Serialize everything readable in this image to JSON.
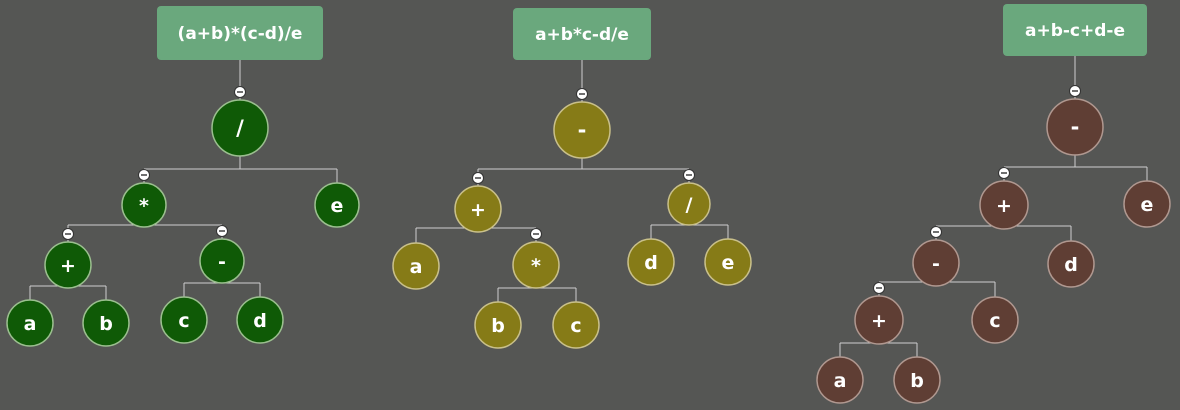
{
  "colors": {
    "background": "#555654",
    "line": "#cfcfcf",
    "title_box": "#6aa87d",
    "title_text": "#ffffff",
    "collapse_handle": "#ffffff",
    "collapse_handle_mark": "#333333"
  },
  "trees": [
    {
      "title": "(a+b)*(c-d)/e",
      "node_color": "#0f5a06",
      "node_stroke": "#9bbf8f",
      "root": {
        "label": "/",
        "collapsible": true,
        "children": [
          {
            "label": "*",
            "collapsible": true,
            "children": [
              {
                "label": "+",
                "collapsible": true,
                "children": [
                  {
                    "label": "a"
                  },
                  {
                    "label": "b"
                  }
                ]
              },
              {
                "label": "-",
                "collapsible": true,
                "children": [
                  {
                    "label": "c"
                  },
                  {
                    "label": "d"
                  }
                ]
              }
            ]
          },
          {
            "label": "e"
          }
        ]
      }
    },
    {
      "title": "a+b*c-d/e",
      "node_color": "#867b17",
      "node_stroke": "#c9c08a",
      "root": {
        "label": "-",
        "collapsible": true,
        "children": [
          {
            "label": "+",
            "collapsible": true,
            "children": [
              {
                "label": "a"
              },
              {
                "label": "*",
                "collapsible": true,
                "children": [
                  {
                    "label": "b"
                  },
                  {
                    "label": "c"
                  }
                ]
              }
            ]
          },
          {
            "label": "/",
            "collapsible": true,
            "children": [
              {
                "label": "d"
              },
              {
                "label": "e"
              }
            ]
          }
        ]
      }
    },
    {
      "title": "a+b-c+d-e",
      "node_color": "#5f3e34",
      "node_stroke": "#b09890",
      "root": {
        "label": "-",
        "collapsible": true,
        "children": [
          {
            "label": "+",
            "collapsible": true,
            "children": [
              {
                "label": "-",
                "collapsible": true,
                "children": [
                  {
                    "label": "+",
                    "collapsible": true,
                    "children": [
                      {
                        "label": "a"
                      },
                      {
                        "label": "b"
                      }
                    ]
                  },
                  {
                    "label": "c"
                  }
                ]
              },
              {
                "label": "d"
              }
            ]
          },
          {
            "label": "e"
          }
        ]
      }
    }
  ]
}
